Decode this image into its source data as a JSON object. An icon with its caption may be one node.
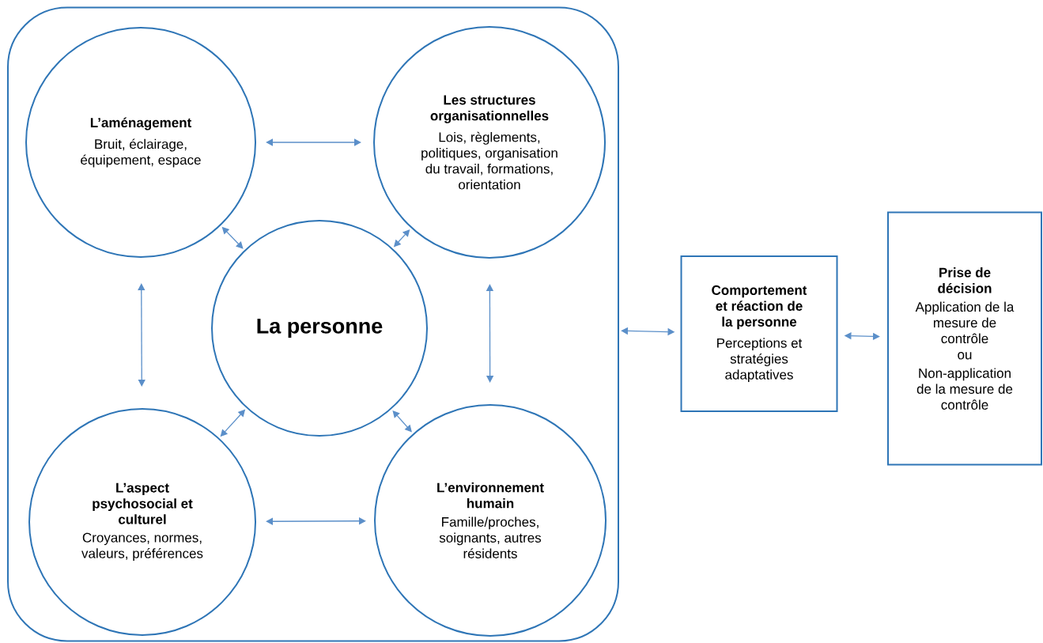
{
  "diagram": {
    "nodes": [
      {
        "text": [],
        "shape": "box"
      },
      {
        "text": [
          "L’aménagement",
          "Bruit, éclairage, équipement, espace"
        ],
        "in": 0
      },
      {
        "text": [
          "Les structures organisationnelles",
          "Lois, règlements, politiques, organisation du travail, formations, orientation"
        ],
        "in": 0
      },
      {
        "text": [
          "La personne"
        ],
        "in": 0
      },
      {
        "text": [
          "L’aspect psychosocial et culturel",
          "Croyances, normes, valeurs, préférences"
        ],
        "in": 0
      },
      {
        "text": [
          "L’environnement humain",
          "Famille/proches, soignants, autres résidents"
        ],
        "in": 0
      },
      {
        "text": [
          "Comportement et réaction de la personne",
          "Perceptions et stratégies adaptatives"
        ]
      },
      {
        "text": [
          "Prise de décision",
          "Application de la mesure de contrôle",
          "ou",
          "Non-application de la mesure de contrôle"
        ]
      }
    ],
    "edges": [
      {
        "from": 1,
        "to": 2,
        "arrow": "both"
      },
      {
        "from": 1,
        "to": 4,
        "arrow": "both"
      },
      {
        "from": 2,
        "to": 5,
        "arrow": "both"
      },
      {
        "from": 4,
        "to": 5,
        "arrow": "both"
      },
      {
        "from": 1,
        "to": 3,
        "arrow": "both"
      },
      {
        "from": 2,
        "to": 3,
        "arrow": "both"
      },
      {
        "from": 4,
        "to": 3,
        "arrow": "both"
      },
      {
        "from": 5,
        "to": 3,
        "arrow": "both"
      },
      {
        "from": 0,
        "to": 6,
        "arrow": "both"
      },
      {
        "from": 6,
        "to": 7,
        "arrow": "both"
      }
    ]
  }
}
